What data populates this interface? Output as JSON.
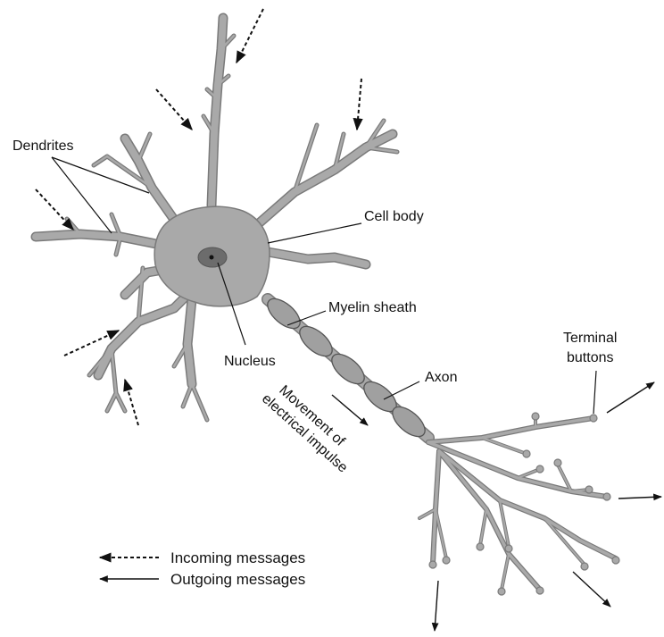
{
  "labels": {
    "dendrites": "Dendrites",
    "cell_body": "Cell body",
    "myelin_sheath": "Myelin sheath",
    "nucleus": "Nucleus",
    "terminal_buttons_1": "Terminal",
    "terminal_buttons_2": "buttons",
    "axon": "Axon",
    "movement_1": "Movement of",
    "movement_2": "electrical impulse"
  },
  "legend": {
    "incoming": "Incoming messages",
    "outgoing": "Outgoing messages"
  },
  "colors": {
    "neuron_fill": "#a9a9a9",
    "neuron_stroke": "#7a7a7a",
    "nucleus_fill": "#6c6c6c",
    "sheath_fill": "#a0a0a0",
    "line": "#111111"
  }
}
